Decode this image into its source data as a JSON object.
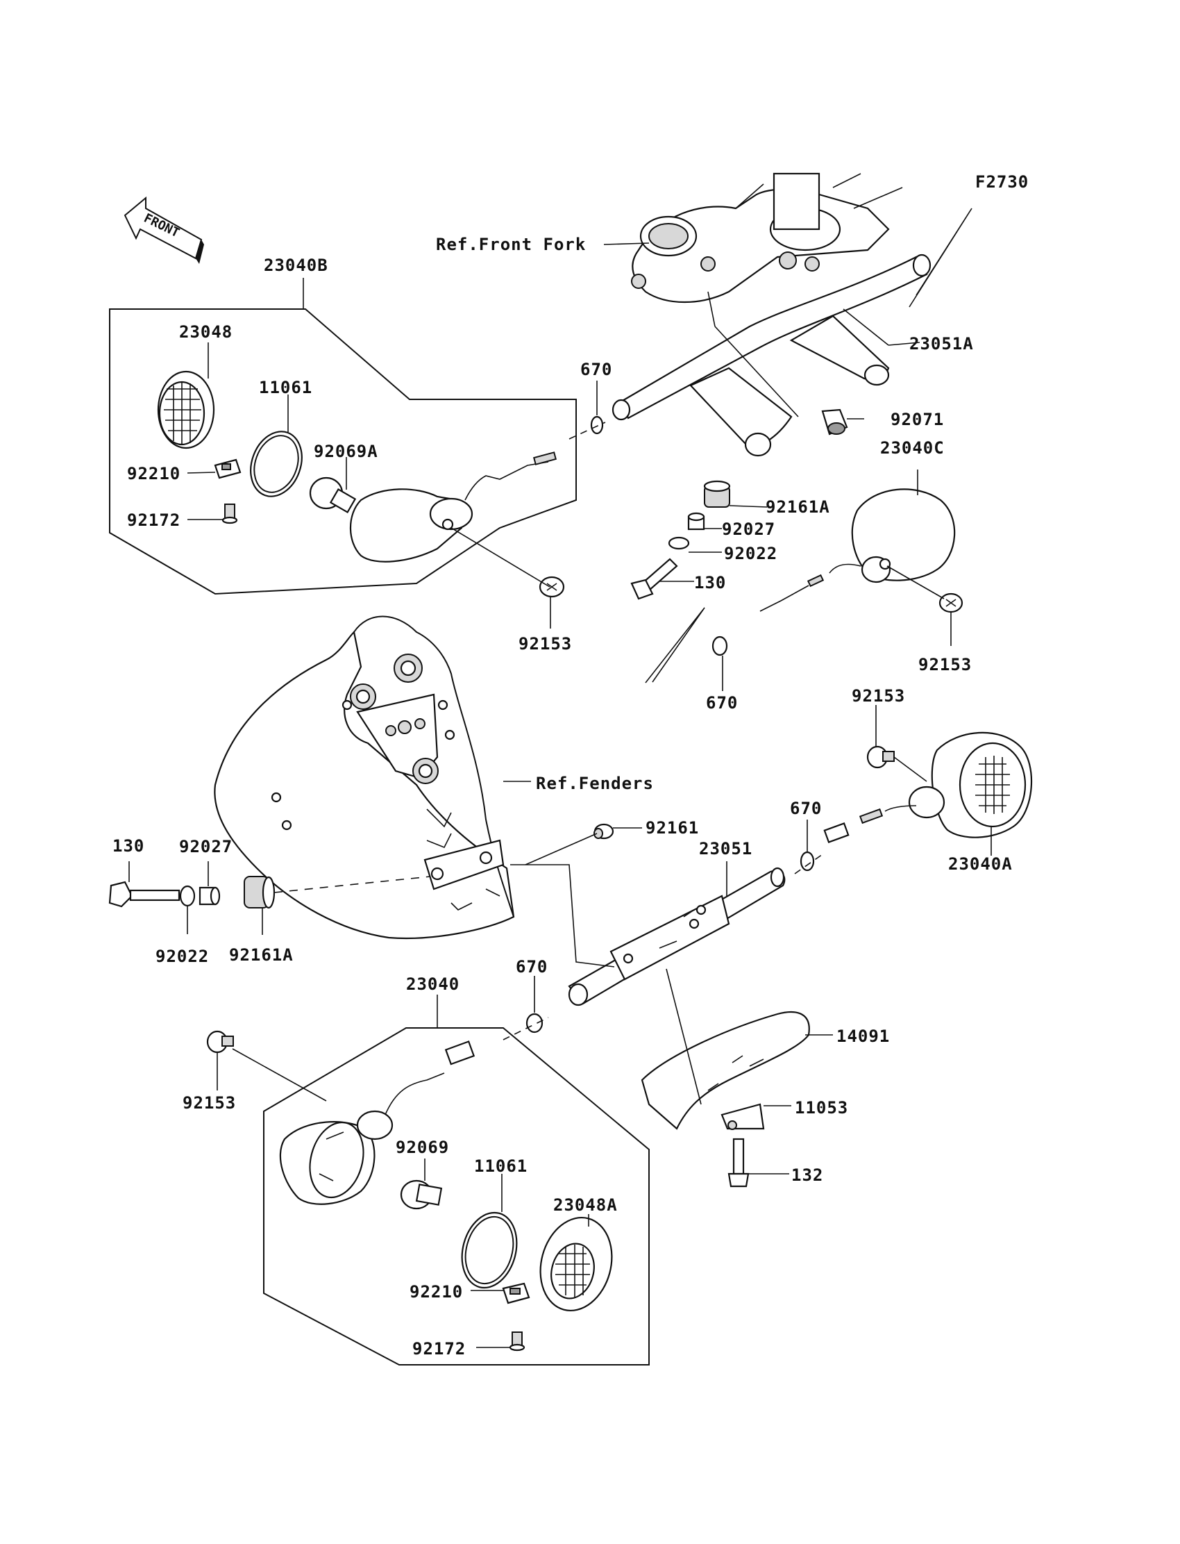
{
  "figure_code": "F2730",
  "front_arrow_label": "FRONT",
  "refs": {
    "front_fork": "Ref.Front Fork",
    "fenders": "Ref.Fenders"
  },
  "labels": {
    "p23040B": "23040B",
    "p23048": "23048",
    "p11061_top": "11061",
    "p92069A": "92069A",
    "p92210_top": "92210",
    "p92172_top": "92172",
    "p92153_topleft": "92153",
    "p670_top": "670",
    "p23051A": "23051A",
    "p92071": "92071",
    "p23040C": "23040C",
    "p92161A_top": "92161A",
    "p92027_top": "92027",
    "p92022_top": "92022",
    "p130_top": "130",
    "p92153_right": "92153",
    "p670_mid": "670",
    "p92153_right2": "92153",
    "p670_right": "670",
    "p23040A": "23040A",
    "p92161": "92161",
    "p23051": "23051",
    "p130_left": "130",
    "p92027_left": "92027",
    "p92022_left": "92022",
    "p92161A_left": "92161A",
    "p670_bottom": "670",
    "p23040": "23040",
    "p14091": "14091",
    "p92153_bottomleft": "92153",
    "p92069": "92069",
    "p11061_bottom": "11061",
    "p23048A": "23048A",
    "p11053": "11053",
    "p132": "132",
    "p92210_bottom": "92210",
    "p92172_bottom": "92172"
  }
}
